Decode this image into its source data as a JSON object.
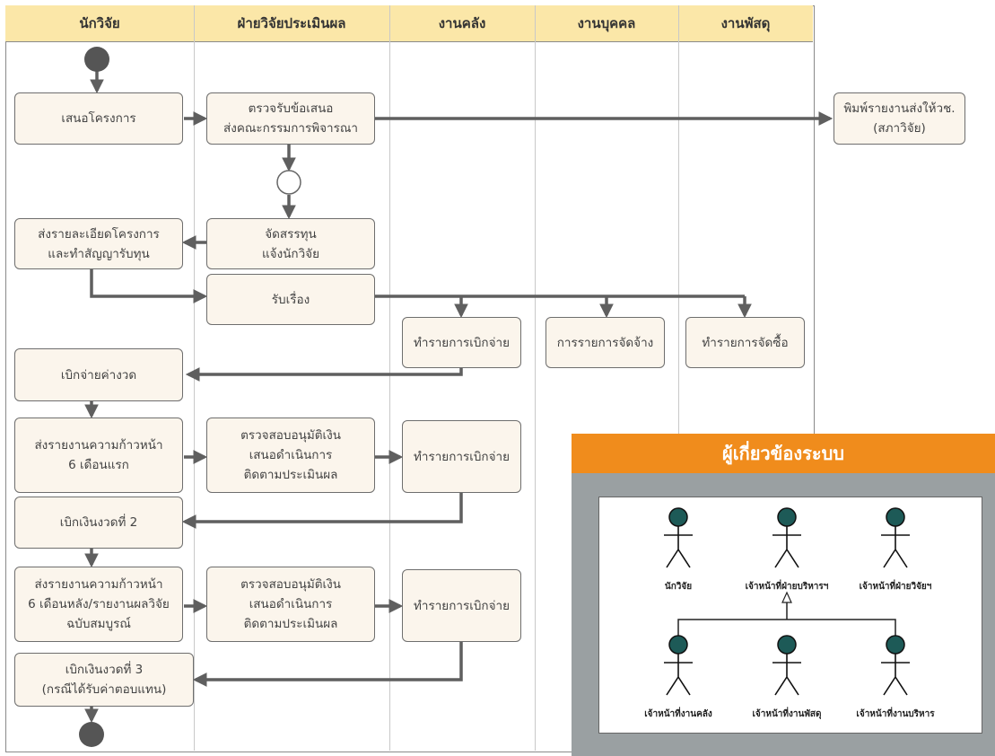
{
  "lanes": [
    "นักวิจัย",
    "ฝ่ายวิจัยประเมินผล",
    "งานคลัง",
    "งานบุคคล",
    "งานพัสดุ"
  ],
  "boxes": {
    "propose": "เสนอโครงการ",
    "check_proposal": "ตรวจรับข้อเสนอ\nส่งคณะกรรมการพิจารณา",
    "print_report": "พิมพ์รายงานส่งให้วช.\n(สภาวิจัย)",
    "allocate": "จัดสรรทุน\nแจ้งนักวิจัย",
    "send_details": "ส่งรายละเอียดโครงการ\nและทำสัญญารับทุน",
    "receive": "รับเรื่อง",
    "disburse_1": "ทำรายการเบิกจ่าย",
    "hire": "การรายการจัดจ้าง",
    "purchase": "ทำรายการจัดซื้อ",
    "withdraw_installment": "เบิกจ่ายค่างวด",
    "progress_6_first": "ส่งรายงานความก้าวหน้า\n6 เดือนแรก",
    "approve_1": "ตรวจสอบอนุมัติเงิน\nเสนอดำเนินการ\nติดตามประเมินผล",
    "disburse_2": "ทำรายการเบิกจ่าย",
    "installment_2": "เบิกเงินงวดที่ 2",
    "progress_6_last": "ส่งรายงานความก้าวหน้า\n6 เดือนหลัง/รายงานผลวิจัย\nฉบับสมบูรณ์",
    "approve_2": "ตรวจสอบอนุมัติเงิน\nเสนอดำเนินการ\nติดตามประเมินผล",
    "disburse_3": "ทำรายการเบิกจ่าย",
    "installment_3": "เบิกเงินงวดที่ 3\n(กรณีได้รับค่าตอบแทน)"
  },
  "panel": {
    "title": "ผู้เกี่ยวข้องระบบ",
    "actors": [
      "นักวิจัย",
      "เจ้าหน้าที่ฝ่ายบริหารฯ",
      "เจ้าหน้าที่ฝ่ายวิจัยฯ",
      "เจ้าหน้าที่งานคลัง",
      "เจ้าหน้าที่งานพัสดุ",
      "เจ้าหน้าที่งานบริหาร"
    ]
  },
  "colors": {
    "header": "#fbe7a8",
    "box_fill": "#fbf5ec",
    "arrow": "#5f5f5f",
    "panel_head": "#f08c1c",
    "panel_bg": "#9aa0a2",
    "actor_head": "#1d5a57"
  }
}
